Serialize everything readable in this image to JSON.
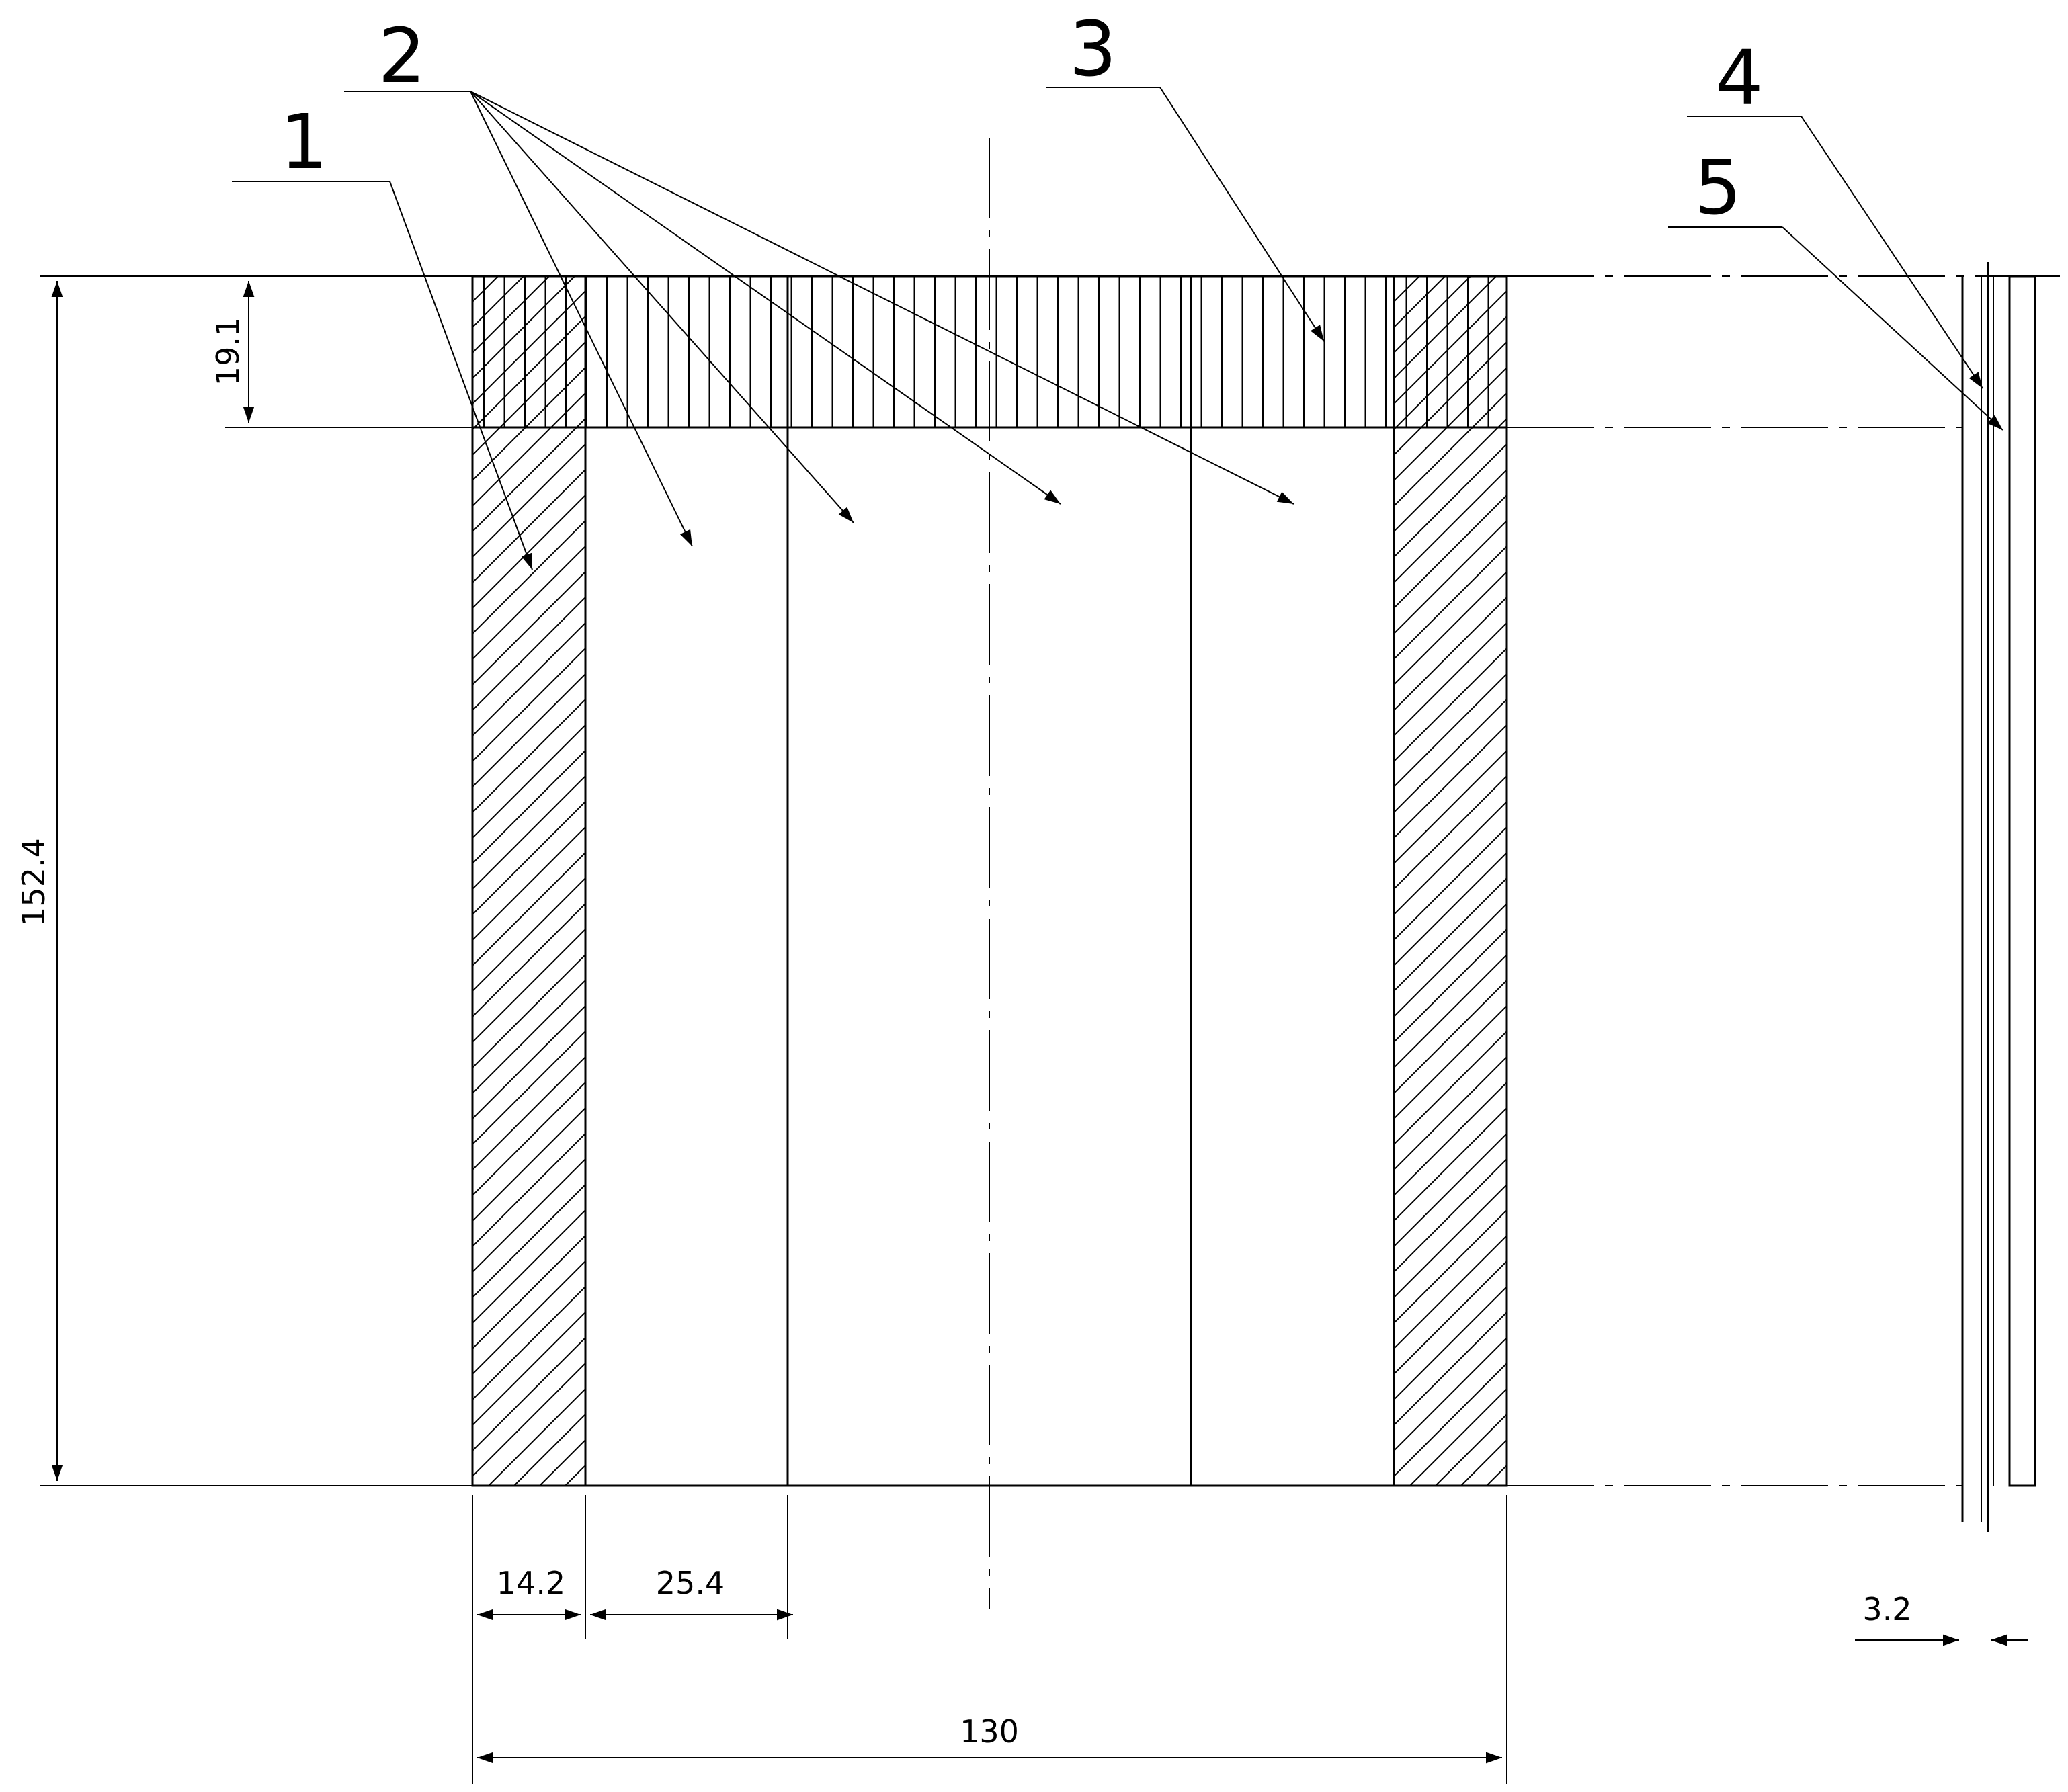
{
  "callouts": {
    "c1": "1",
    "c2": "2",
    "c3": "3",
    "c4": "4",
    "c5": "5"
  },
  "dimensions": {
    "total_height": "152.4",
    "top_band": "19.1",
    "side_wall": "14.2",
    "cell_width": "25.4",
    "total_width": "130",
    "layer_thickness": "3.2"
  },
  "colors": {
    "line": "#000000",
    "background": "#ffffff"
  }
}
